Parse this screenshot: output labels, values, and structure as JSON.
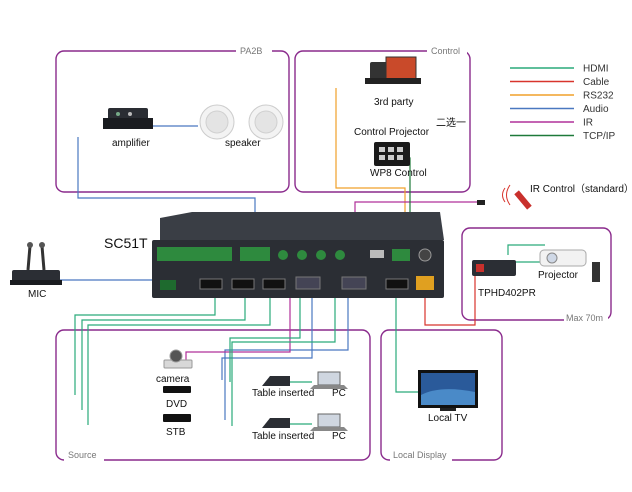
{
  "groups": {
    "pa2b": "PA2B",
    "control": "Control",
    "source": "Source",
    "local_display": "Local Display",
    "max": "Max 70m"
  },
  "devices": {
    "amplifier": "amplifier",
    "speaker": "speaker",
    "third_party": "3rd party",
    "control_projector": "Control Projector",
    "choose_one": "二选一",
    "wp8": "WP8 Control",
    "ir_control": "IR Control（standard）",
    "main_unit": "SC51T",
    "mic": "MIC",
    "projector": "Projector",
    "tphd": "TPHD402PR",
    "camera": "camera",
    "dvd": "DVD",
    "stb": "STB",
    "table_inserted_1": "Table inserted",
    "pc_1": "PC",
    "table_inserted_2": "Table inserted",
    "pc_2": "PC",
    "local_tv": "Local TV"
  },
  "legend": [
    {
      "label": "HDMI",
      "color": "#2aaa7a"
    },
    {
      "label": "Cable",
      "color": "#d8342c"
    },
    {
      "label": "RS232",
      "color": "#f0a12a"
    },
    {
      "label": "Audio",
      "color": "#4a78c0"
    },
    {
      "label": "IR",
      "color": "#b0309a"
    },
    {
      "label": "TCP/IP",
      "color": "#1e7a3a"
    }
  ]
}
